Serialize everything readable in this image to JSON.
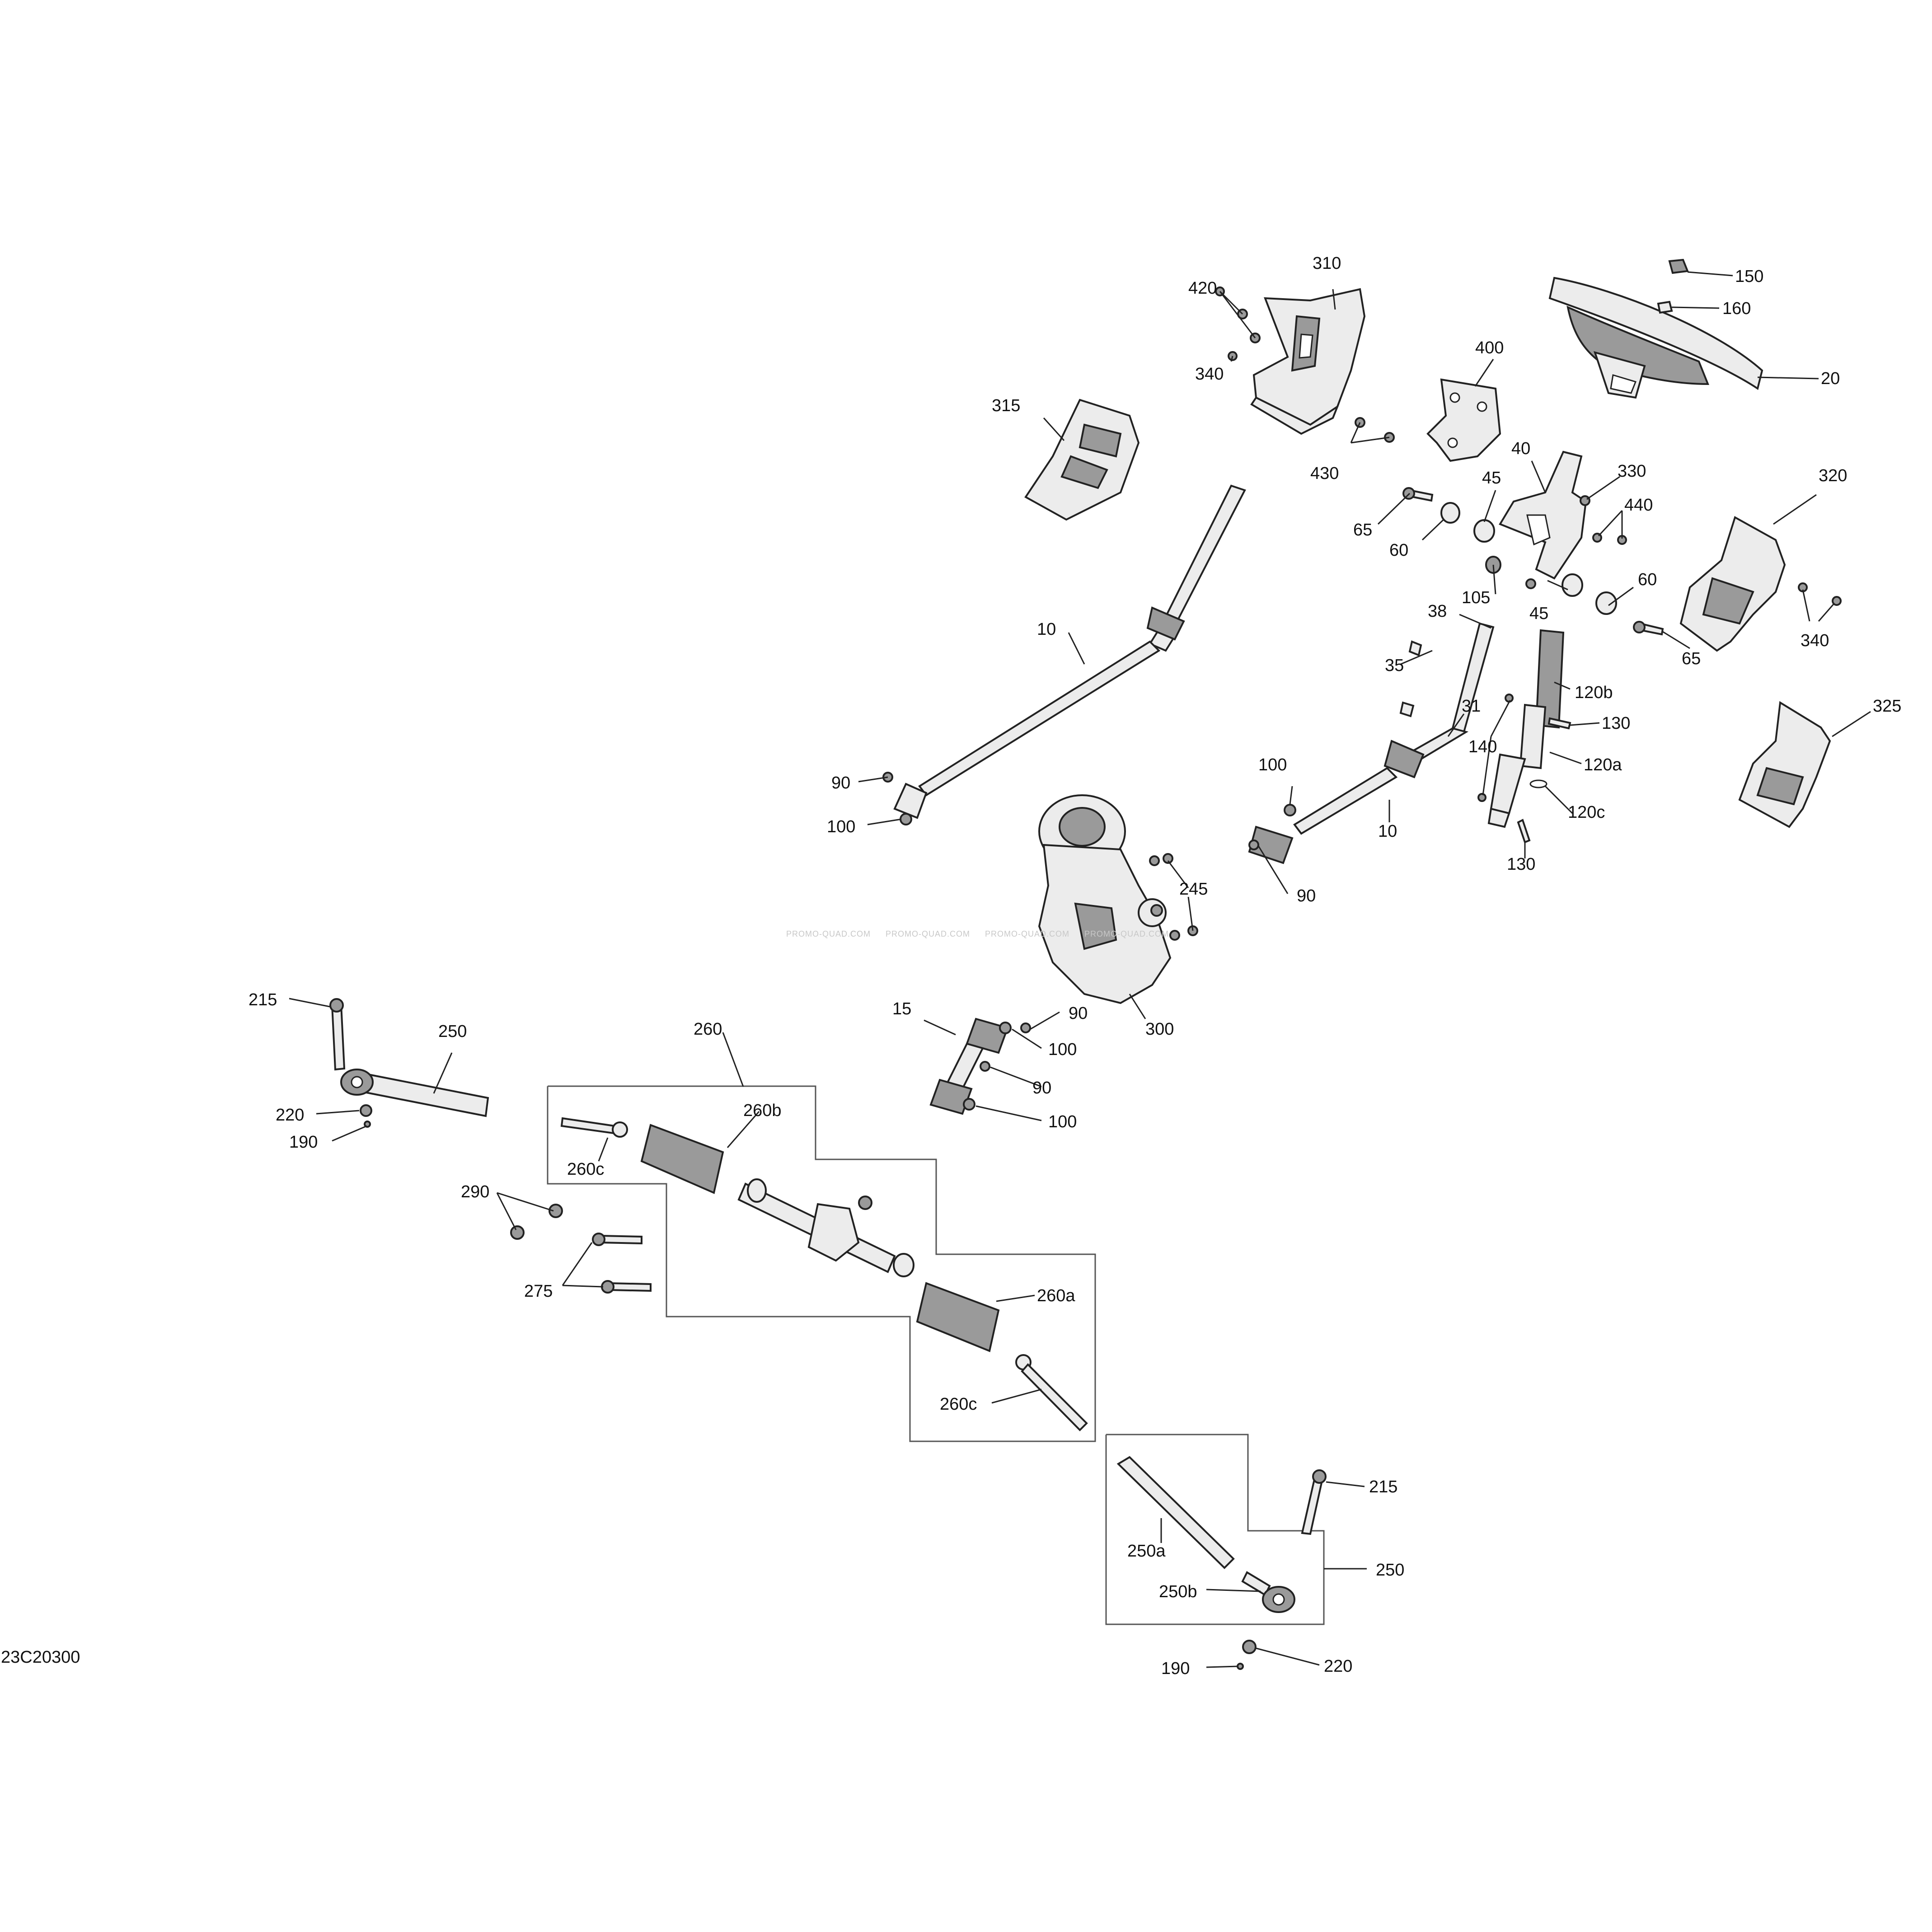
{
  "drawing_ref": "23C20300",
  "watermark": "PROMO-QUAD.COM",
  "callouts": [
    {
      "id": "c150",
      "text": "150"
    },
    {
      "id": "c160",
      "text": "160"
    },
    {
      "id": "c20",
      "text": "20"
    },
    {
      "id": "c310",
      "text": "310"
    },
    {
      "id": "c420",
      "text": "420"
    },
    {
      "id": "c340a",
      "text": "340"
    },
    {
      "id": "c400",
      "text": "400"
    },
    {
      "id": "c315",
      "text": "315"
    },
    {
      "id": "c430",
      "text": "430"
    },
    {
      "id": "c40",
      "text": "40"
    },
    {
      "id": "c45a",
      "text": "45"
    },
    {
      "id": "c330",
      "text": "330"
    },
    {
      "id": "c65a",
      "text": "65"
    },
    {
      "id": "c60a",
      "text": "60"
    },
    {
      "id": "c440",
      "text": "440"
    },
    {
      "id": "c320",
      "text": "320"
    },
    {
      "id": "c105",
      "text": "105"
    },
    {
      "id": "c45b",
      "text": "45"
    },
    {
      "id": "c60b",
      "text": "60"
    },
    {
      "id": "c340b",
      "text": "340"
    },
    {
      "id": "c65b",
      "text": "65"
    },
    {
      "id": "c38",
      "text": "38"
    },
    {
      "id": "c10a",
      "text": "10"
    },
    {
      "id": "c35",
      "text": "35"
    },
    {
      "id": "c120b",
      "text": "120b"
    },
    {
      "id": "c31",
      "text": "31"
    },
    {
      "id": "c130a",
      "text": "130"
    },
    {
      "id": "c325",
      "text": "325"
    },
    {
      "id": "c140",
      "text": "140"
    },
    {
      "id": "c120a",
      "text": "120a"
    },
    {
      "id": "c90a",
      "text": "90"
    },
    {
      "id": "c100a",
      "text": "100"
    },
    {
      "id": "c120c",
      "text": "120c"
    },
    {
      "id": "c10b",
      "text": "10"
    },
    {
      "id": "c100b",
      "text": "100"
    },
    {
      "id": "c130b",
      "text": "130"
    },
    {
      "id": "c245",
      "text": "245"
    },
    {
      "id": "c90b",
      "text": "90"
    },
    {
      "id": "c215a",
      "text": "215"
    },
    {
      "id": "c250a",
      "text": "250"
    },
    {
      "id": "c15",
      "text": "15"
    },
    {
      "id": "c90c",
      "text": "90"
    },
    {
      "id": "c300",
      "text": "300"
    },
    {
      "id": "c100c",
      "text": "100"
    },
    {
      "id": "c260",
      "text": "260"
    },
    {
      "id": "c220a",
      "text": "220"
    },
    {
      "id": "c90d",
      "text": "90"
    },
    {
      "id": "c260b",
      "text": "260b"
    },
    {
      "id": "c190a",
      "text": "190"
    },
    {
      "id": "c100d",
      "text": "100"
    },
    {
      "id": "c260c_a",
      "text": "260c"
    },
    {
      "id": "c290",
      "text": "290"
    },
    {
      "id": "c275",
      "text": "275"
    },
    {
      "id": "c260a",
      "text": "260a"
    },
    {
      "id": "c260c_b",
      "text": "260c"
    },
    {
      "id": "c215b",
      "text": "215"
    },
    {
      "id": "c250a_sub",
      "text": "250a"
    },
    {
      "id": "c250b",
      "text": "250"
    },
    {
      "id": "c250b_sub",
      "text": "250b"
    },
    {
      "id": "c190b",
      "text": "190"
    },
    {
      "id": "c220b",
      "text": "220"
    }
  ]
}
